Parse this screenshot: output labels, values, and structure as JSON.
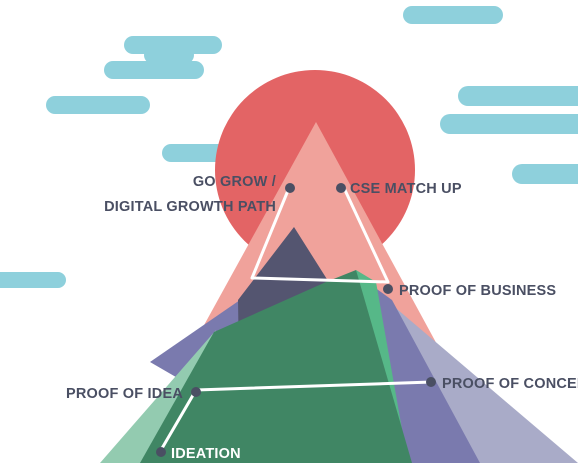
{
  "diagram": {
    "labels": {
      "go_grow_line1": "GO GROW /",
      "go_grow_line2": "DIGITAL GROWTH PATH",
      "cse_match_up": "CSE MATCH UP",
      "proof_of_business": "PROOF OF BUSINESS",
      "proof_of_concept": "PROOF OF CONCEPT",
      "proof_of_idea": "PROOF OF IDEA",
      "ideation": "IDEATION"
    },
    "colors": {
      "cloud": "#8ed0dc",
      "sun": "#e36465",
      "peak": "#f0a29b",
      "mountain_dark": "#545570",
      "mountain_purple": "#7a7aae",
      "mountain_grey": "#a9abc8",
      "mountain_green": "#408664",
      "mountain_light_green": "#93cbb0",
      "mountain_mint": "#56b888",
      "node": "#4a4f63",
      "text": "#4a4f63"
    }
  }
}
